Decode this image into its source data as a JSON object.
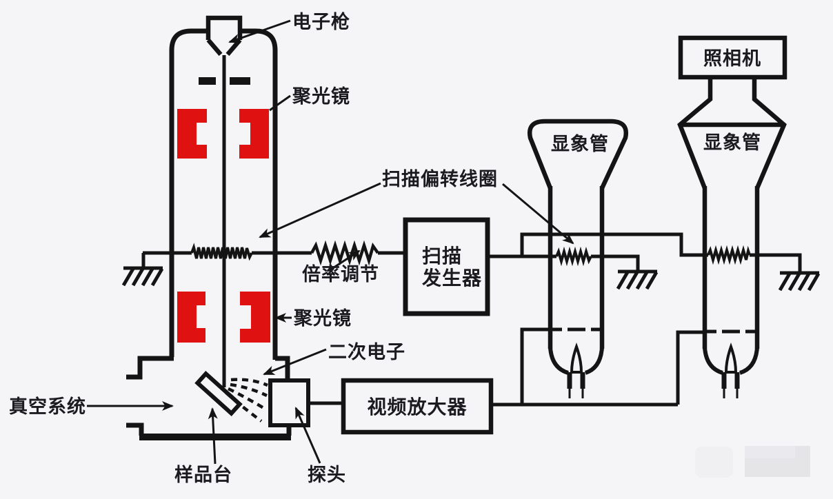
{
  "diagram": {
    "labels": {
      "electron_gun": "电子枪",
      "condenser_lens_1": "聚光镜",
      "condenser_lens_2": "聚光镜",
      "scan_deflection_coil": "扫描偏转线圈",
      "magnification_adjust": "倍率调节",
      "scan_generator_line1": "扫描",
      "scan_generator_line2": "发生器",
      "display_tube_left": "显象管",
      "display_tube_right": "显象管",
      "camera": "照相机",
      "secondary_electron": "二次电子",
      "vacuum_system": "真空系统",
      "video_amplifier": "视频放大器",
      "sample_stage": "样品台",
      "probe": "探头"
    },
    "colors": {
      "background": "#f5f4f6",
      "line": "#141414",
      "lens_red": "#e01111"
    }
  }
}
